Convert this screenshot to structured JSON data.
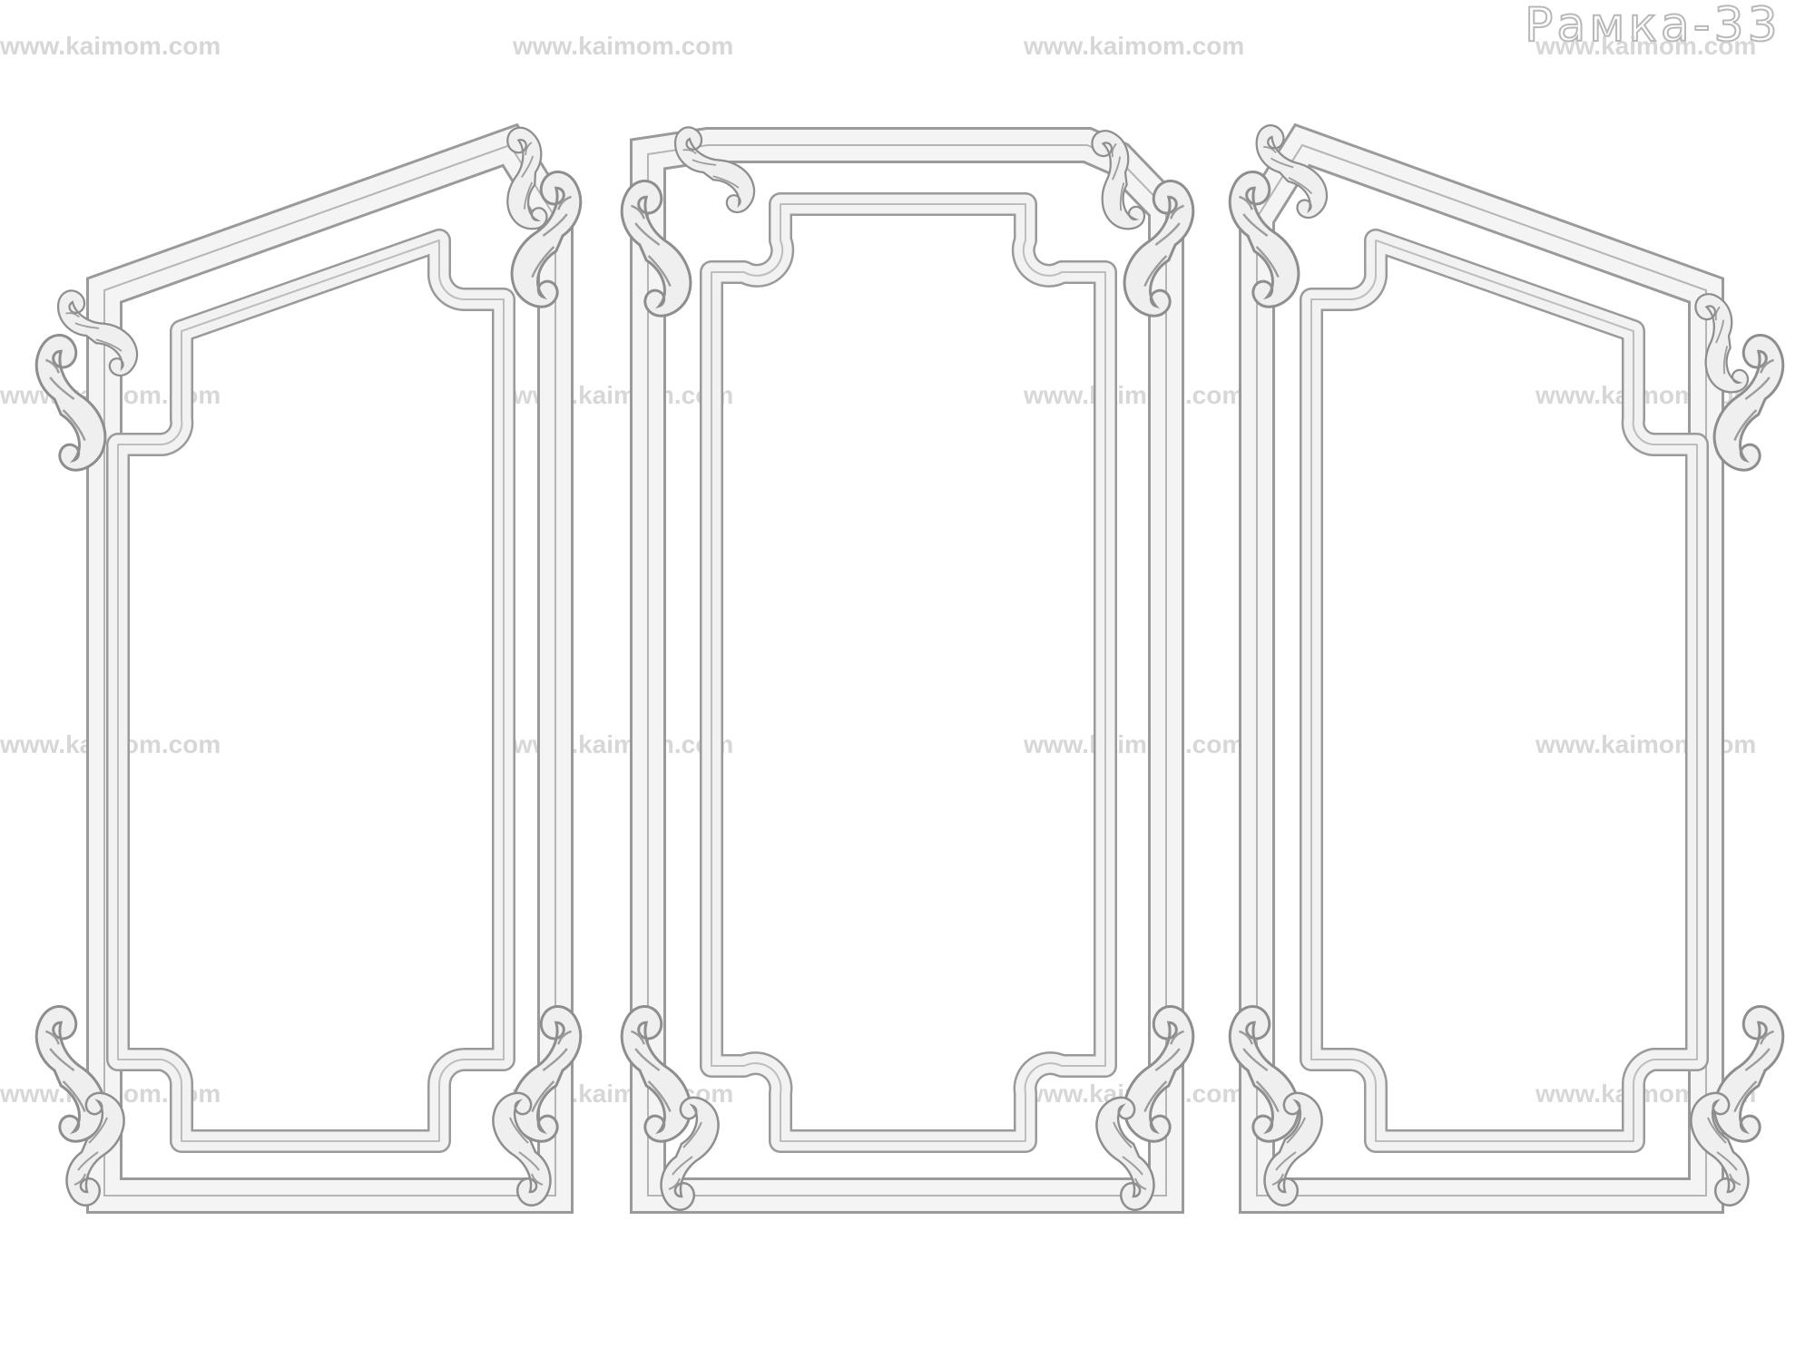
{
  "watermark": {
    "text": "www.kaimom.com",
    "color": "#c9c9c9"
  },
  "title": "Рамка-33",
  "panels": [
    {
      "name": "left-panel",
      "shape": "slanted-top"
    },
    {
      "name": "center-panel",
      "shape": "rectangular"
    },
    {
      "name": "right-panel",
      "shape": "slanted-top-mirrored"
    }
  ],
  "colors": {
    "background": "#ffffff",
    "molding": "#f4f4f4",
    "shadow": "#9a9a9a"
  }
}
